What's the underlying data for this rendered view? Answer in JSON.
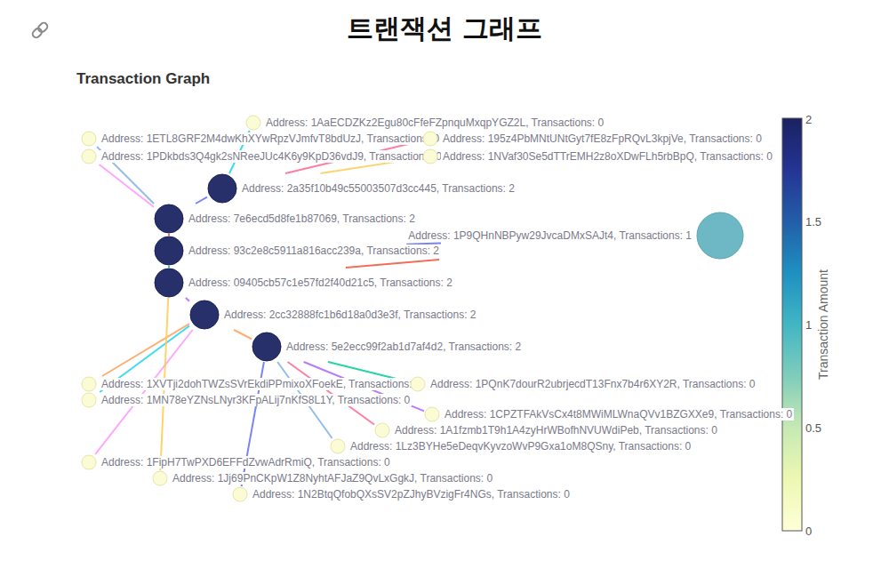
{
  "diagram": {
    "title": "트랜잭션 그래프",
    "nodes": [
      {
        "text": [
          "Address: 1AaECDZKz2Egu80cFfeFZpnquMxqpYGZ2L, Transactions: 0"
        ]
      },
      {
        "text": [
          "Address: 1ETL8GRF2M4dwKhXYwRpzVJmfvT8bdUzJ, Transactions: 0"
        ]
      },
      {
        "text": [
          "Address: 195z4PbMNtUNtGyt7fE8zFpRQvL3kpjVe, Transactions: 0"
        ]
      },
      {
        "text": [
          "Address: 1PDkbds3Q4gk2sNReeJUc4K6y9KpD36vdJ9, Transactions: 0"
        ]
      },
      {
        "text": [
          "Address: 1NVaf30Se5dTTrEMH2z8oXDwFLh5rbBpQ, Transactions: 0"
        ]
      },
      {
        "text": [
          "Address: 2a35f10b49c55003507d3cc445, Transactions: 2"
        ]
      },
      {
        "text": [
          "Address: 7e6ecd5d8fe1b87069, Transactions: 2"
        ]
      },
      {
        "text": [
          "Address: 1P9QHnNBPyw29JvcaDMxSAJt4, Transactions: 1"
        ]
      },
      {
        "text": [
          "Address: 93c2e8c5911a816acc239a, Transactions: 2"
        ]
      },
      {
        "text": [
          "Address: 09405cb57c1e57fd2f40d21c5, Transactions: 2"
        ]
      },
      {
        "text": [
          "Address: 2cc32888fc1b6d18a0d3e3f, Transactions: 2"
        ]
      },
      {
        "text": [
          "Address: 5e2ecc99f2ab1d7af4d2, Transactions: 2"
        ]
      },
      {
        "text": [
          "Address: 1XVTji2dohTWZsSVrEkdiPPmixoXFoekE, Transactions: 0"
        ]
      },
      {
        "text": [
          "Address: 1PQnK7dourR2ubrjecdT13Fnx7b4r6XY2R, Transactions: 0"
        ]
      },
      {
        "text": [
          "Address: 1MN78eYZNsLNyr3KFpALij7nKfS8L1Y, Transactions: 0"
        ]
      },
      {
        "text": [
          "Address: 1CPZTFAkVsCx4t8MWiMLWnaQVv1BZGXXe9, Transactions: 0"
        ]
      },
      {
        "text": [
          "Address: 1A1fzmb1T9h1A4zyHrWBofhNVUWdiPeb, Transactions: 0"
        ]
      },
      {
        "text": [
          "Address: 1Lz3BYHe5eDeqvKyvzoWvP9Gxa1oM8QSny, Transactions: 0"
        ]
      },
      {
        "text": [
          "Address: 1FipH7TwPXD6EFFdZvwAdrRmiQ, Transactions: 0"
        ]
      },
      {
        "text": [
          "Address: 1Jj69PnCKpW1Z8NyhtAFJaZ9QvLxGgkJ, Transactions: 0"
        ]
      },
      {
        "text": [
          "Address: 1N2BtqQfobQXsSV2pZJhyBVzigFr4NGs, Transactions: 0"
        ]
      }
    ],
    "edges": [
      {
        "from": 5,
        "to": 6,
        "arrow": "none"
      },
      {
        "from": 6,
        "to": 8,
        "arrow": "none"
      },
      {
        "from": 8,
        "to": 9,
        "arrow": "none"
      },
      {
        "from": 9,
        "to": 10,
        "arrow": "none"
      },
      {
        "from": 10,
        "to": 11,
        "arrow": "none"
      },
      {
        "from": 5,
        "to": 0,
        "arrow": "none"
      },
      {
        "from": 5,
        "to": 2,
        "arrow": "none"
      },
      {
        "from": 6,
        "to": 1,
        "arrow": "none"
      },
      {
        "from": 6,
        "to": 3,
        "arrow": "none"
      },
      {
        "from": 5,
        "to": 4,
        "arrow": "none"
      },
      {
        "from": 8,
        "to": 7,
        "arrow": "none"
      },
      {
        "from": 9,
        "to": 7,
        "arrow": "none"
      },
      {
        "from": 11,
        "to": 13,
        "arrow": "none"
      },
      {
        "from": 11,
        "to": 15,
        "arrow": "none"
      },
      {
        "from": 10,
        "to": 12,
        "arrow": "none"
      },
      {
        "from": 10,
        "to": 14,
        "arrow": "none"
      },
      {
        "from": 11,
        "to": 16,
        "arrow": "none"
      },
      {
        "from": 11,
        "to": 17,
        "arrow": "none"
      },
      {
        "from": 10,
        "to": 18,
        "arrow": "none"
      },
      {
        "from": 9,
        "to": 19,
        "arrow": "none"
      },
      {
        "from": 11,
        "to": 20,
        "arrow": "none"
      }
    ],
    "labels": [
      "Transaction Graph",
      "0",
      "0.5",
      "1",
      "1.5",
      "2",
      "Transaction Amount"
    ]
  }
}
